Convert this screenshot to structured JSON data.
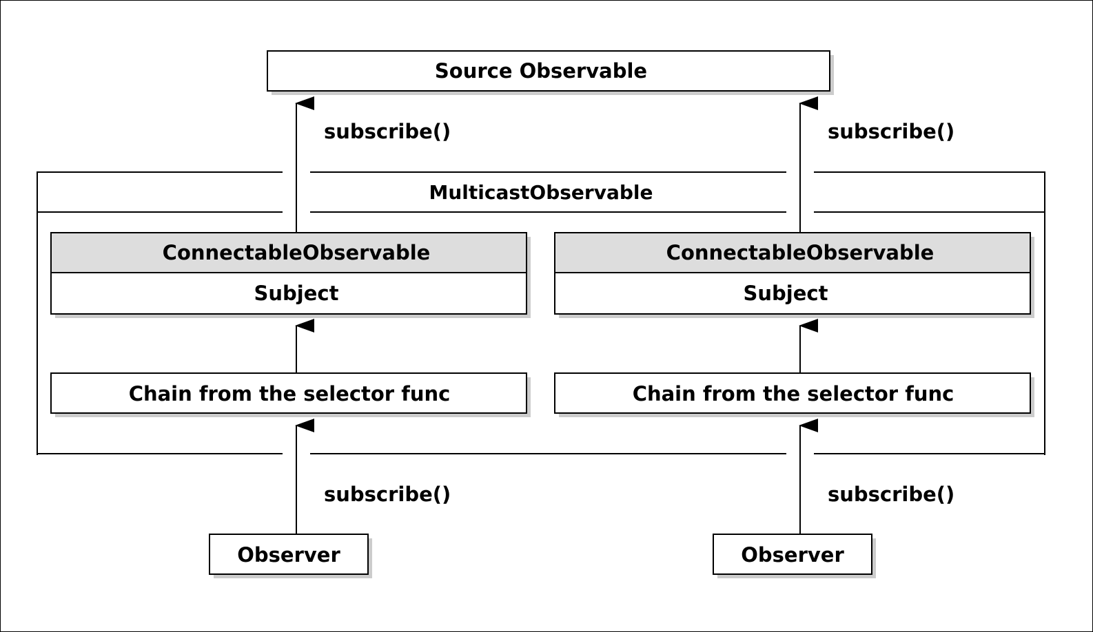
{
  "diagram": {
    "source_label": "Source Observable",
    "container_label": "MulticastObservable",
    "subscribe_label": "subscribe()",
    "left": {
      "connectable_label": "ConnectableObservable",
      "subject_label": "Subject",
      "chain_label": "Chain from the selector func",
      "observer_label": "Observer"
    },
    "right": {
      "connectable_label": "ConnectableObservable",
      "subject_label": "Subject",
      "chain_label": "Chain from the selector func",
      "observer_label": "Observer"
    }
  },
  "colors": {
    "stroke": "#000000",
    "header_fill": "#dddddd",
    "box_fill": "#ffffff",
    "shadow": "#cccccc"
  }
}
